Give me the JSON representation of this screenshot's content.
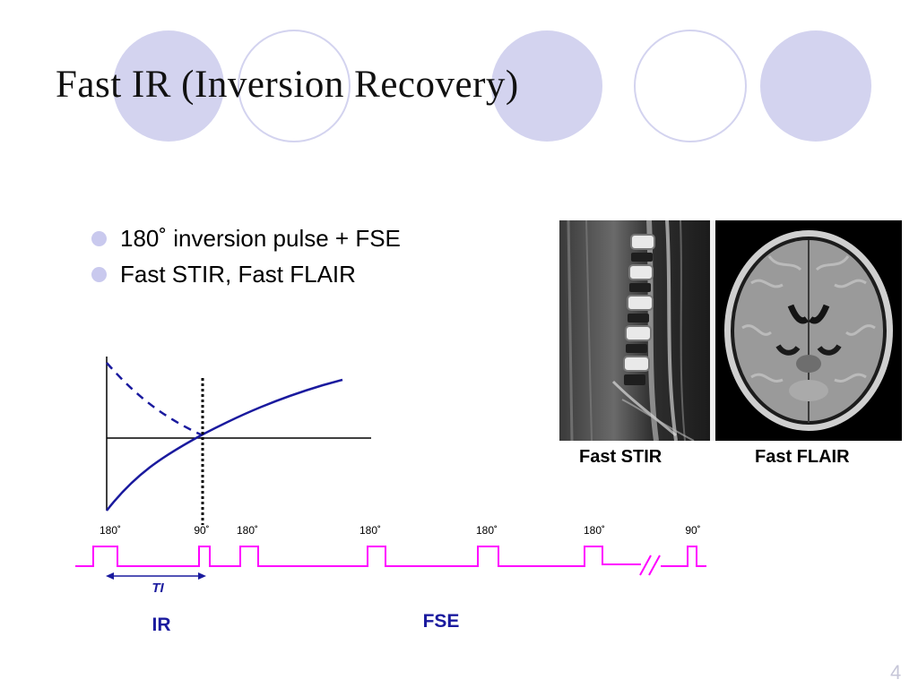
{
  "slide": {
    "title": "Fast IR (Inversion Recovery)",
    "bullets": [
      "180˚ inversion pulse + FSE",
      "Fast STIR, Fast FLAIR"
    ],
    "slide_number": "4"
  },
  "images": {
    "stir_caption": "Fast STIR",
    "flair_caption": "Fast FLAIR"
  },
  "diagram": {
    "pulse_labels": [
      "180˚",
      "90˚",
      "180˚",
      "180˚",
      "180˚",
      "180˚",
      "90˚"
    ],
    "ti_label": "TI",
    "ir_label": "IR",
    "fse_label": "FSE"
  },
  "colors": {
    "accent_circle": "#d3d3ef",
    "bullet": "#c9c9ee",
    "curve": "#1a1a9e",
    "pulse_line": "#ff00ff",
    "slide_number": "#c6c6d8"
  }
}
